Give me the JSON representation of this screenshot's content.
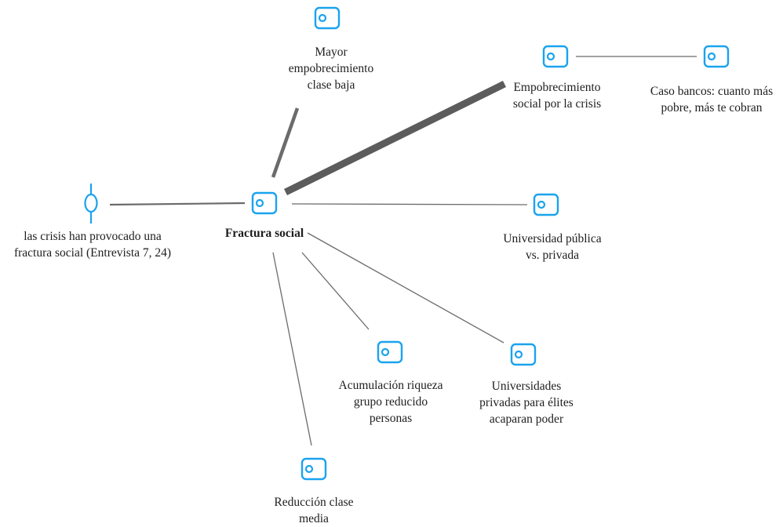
{
  "colors": {
    "icon": "#1aa3ee",
    "edge": "#6b6b6b",
    "text": "#1e1e1e"
  },
  "nodes": {
    "center": {
      "icon": "code-icon",
      "label": "Fractura social"
    },
    "mayor": {
      "icon": "code-icon",
      "lines": [
        "Mayor",
        "empobrecimiento",
        "clase baja"
      ]
    },
    "empobrecimiento": {
      "icon": "code-icon",
      "lines": [
        "Empobrecimiento",
        "social por la crisis"
      ]
    },
    "caso_bancos": {
      "icon": "code-icon",
      "lines": [
        "Caso bancos: cuanto más",
        "pobre, más te cobran"
      ]
    },
    "quote": {
      "icon": "quote-icon",
      "lines": [
        "las crisis han provocado una",
        "fractura social (Entrevista 7, 24)"
      ]
    },
    "universidad_publica": {
      "icon": "code-icon",
      "lines": [
        "Universidad pública",
        "vs. privada"
      ]
    },
    "acumulacion": {
      "icon": "code-icon",
      "lines": [
        "Acumulación riqueza",
        "grupo reducido",
        "personas"
      ]
    },
    "universidades_privadas": {
      "icon": "code-icon",
      "lines": [
        "Universidades",
        "privadas para élites",
        "acaparan poder"
      ]
    },
    "reduccion": {
      "icon": "code-icon",
      "lines": [
        "Reducción clase",
        "media"
      ]
    }
  }
}
